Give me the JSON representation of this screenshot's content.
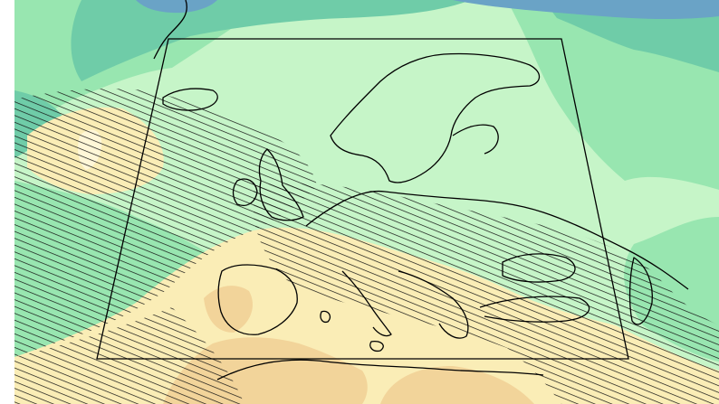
{
  "map": {
    "projection": "lambert-conformal",
    "colors": {
      "light_green": "#c6f5c8",
      "mid_green": "#98e6b0",
      "teal": "#6fcca8",
      "blue": "#6aa3c6",
      "pale_yellow": "#faedb6",
      "tan": "#f2d49a",
      "hatch": "#111111",
      "coast": "#000000",
      "frame": "#000000"
    },
    "layers": [
      "filled-contours",
      "hatched-significance",
      "coastlines",
      "domain-boundary"
    ]
  }
}
